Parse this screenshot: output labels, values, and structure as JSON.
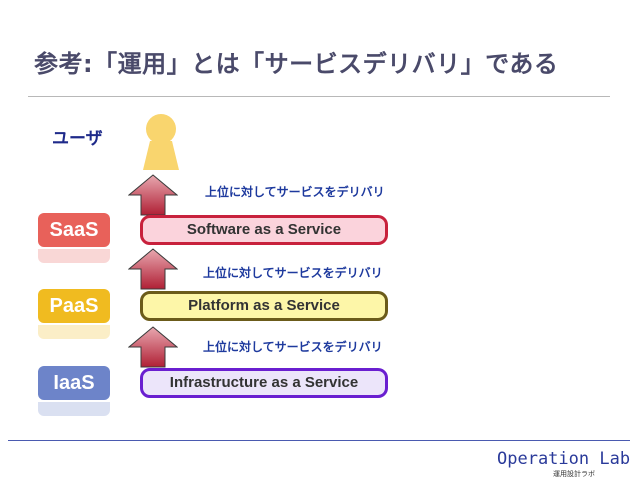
{
  "title": "参考:「運用」とは「サービスデリバリ」である",
  "user_label": "ユーザ",
  "layers": [
    {
      "badge": "SaaS",
      "service": "Software as a Service",
      "deliver": "上位に対してサービスをデリバリ",
      "badge_color": "#e8615a",
      "box_fill": "#fbd3dc",
      "box_border": "#c8213c"
    },
    {
      "badge": "PaaS",
      "service": "Platform as a Service",
      "deliver": "上位に対してサービスをデリバリ",
      "badge_color": "#f0bb20",
      "box_fill": "#fdf6a8",
      "box_border": "#6b5b1a"
    },
    {
      "badge": "IaaS",
      "service": "Infrastructure as a Service",
      "deliver": "上位に対してサービスをデリバリ",
      "badge_color": "#6d84c9",
      "box_fill": "#ece5fa",
      "box_border": "#6a1fd0"
    }
  ],
  "footer": {
    "logo": "Operation Lab",
    "sub": "運用設計ラボ"
  },
  "colors": {
    "arrow": "#b02035",
    "user": "#f9d56e"
  }
}
